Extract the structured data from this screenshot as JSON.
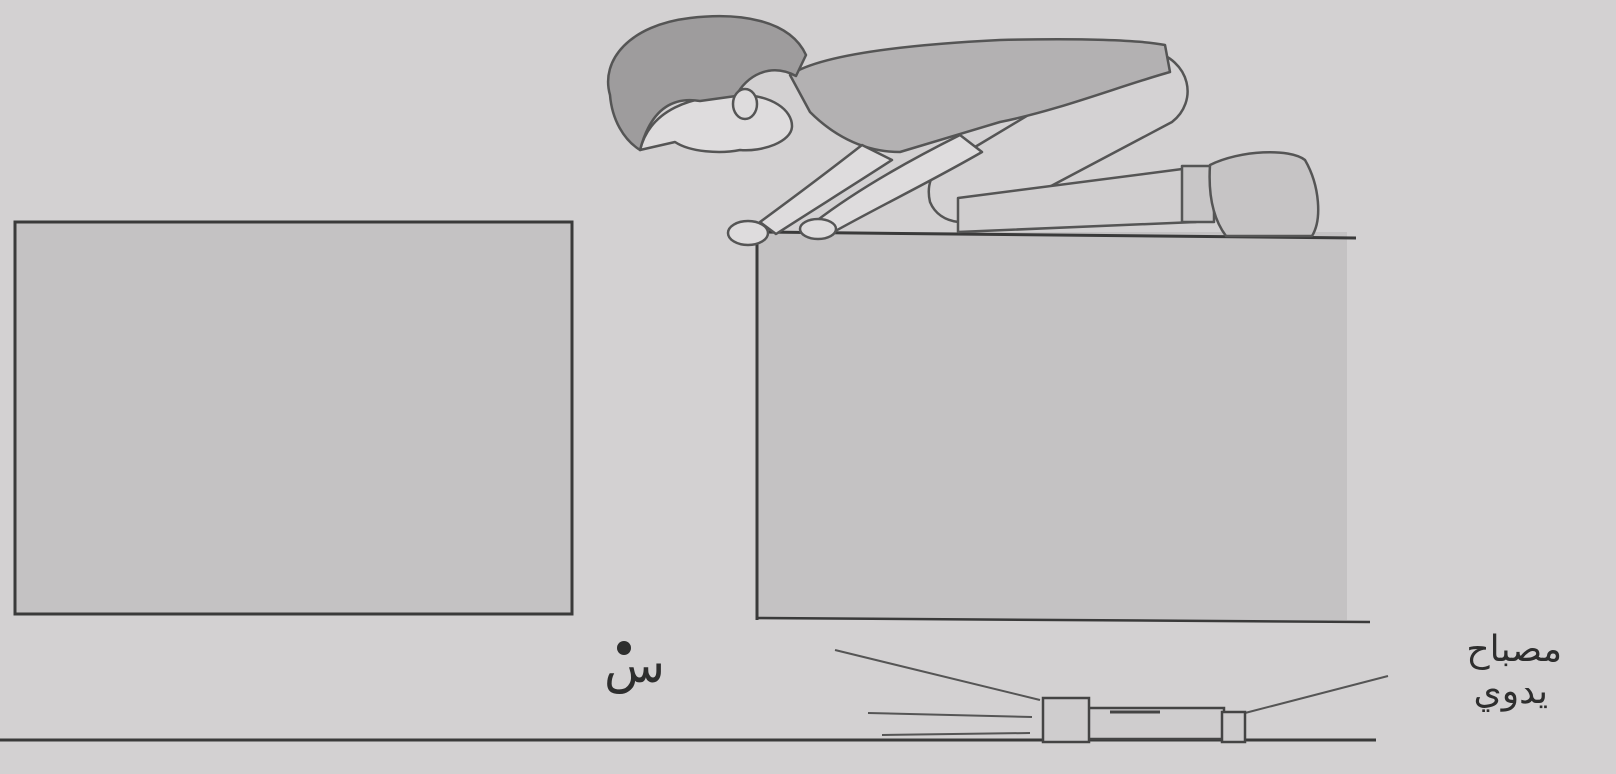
{
  "labels": {
    "flashlight_line1": "مصباح",
    "flashlight_line2": "يدوي",
    "point": "س"
  },
  "icons": {
    "person": "kneeling-child-figure",
    "flashlight": "flashlight-icon",
    "point": "point-marker-icon"
  },
  "colors": {
    "background": "#d3d1d2",
    "box": "#c4c2c3",
    "ink": "#3a3a3a"
  }
}
